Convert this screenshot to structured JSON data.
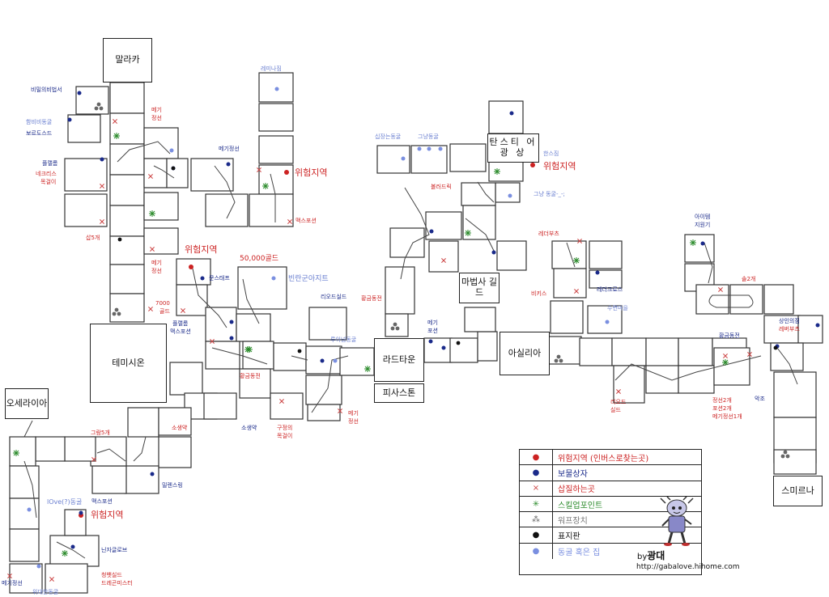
{
  "towns": {
    "malaka": "말라카",
    "temisheon": "테미시온",
    "oseraia": "오세라이아",
    "tansti": "탄스티 어 광 상",
    "mabeopsa": "마법사 길드",
    "radtown": "라드타운",
    "pisaston": "피사스톤",
    "asilia": "아실리아",
    "smirna": "스미르나"
  },
  "labels": {
    "bimil": "비밀의비법서",
    "hamibi": "함비비동굴",
    "boreudo": "보르도스드",
    "pulgallel": "플랠롬",
    "necklace1": "네크리스",
    "necklace2": "목걸이",
    "sap5": "삽5개",
    "megi1a": "메기",
    "megi1b": "정선",
    "megi2a": "메기",
    "megi2b": "정선",
    "leminajim": "레미나짐",
    "megijeongseon": "메기정선",
    "maxpotion1": "맥스포션",
    "gold50000": "50,000골드",
    "moonstaff": "문스태프",
    "apartment": "빈란군아지트",
    "gold7000a": "7000",
    "gold7000b": "골드",
    "pulgallel2": "플랠롬",
    "maxpotion2": "맥스포션",
    "goldcoin1": "황금동전",
    "sosaengyak1": "소생약",
    "sosaengyak2": "소생약",
    "gujeong1": "구정의",
    "gujeong2": "목걸이",
    "megi3a": "메기",
    "megi3b": "정선",
    "rioudshield": "리오드실드",
    "goldcoin2": "황금동전",
    "rumina": "루이넘동굴",
    "megi4a": "메기",
    "megi4b": "포션",
    "seokchang": "십장는동굴",
    "geunyang": "그냥동굴",
    "boreudeurik": "볼러드릭",
    "hansujim": "한스짐",
    "geunyang2": "그냥 동굴-_-;",
    "leatherboots": "레더부츠",
    "bikis": "비키스",
    "leathercross": "레더크로스",
    "sumyeon": "수면마을",
    "itemjigi1": "아이템",
    "itemjigi2": "지원기",
    "sal2": "솔2개",
    "goldcoin3": "황금동전",
    "sangin1": "상인의짐",
    "sangin2": "레버부츠",
    "riod1": "리오드",
    "riod2": "실드",
    "jeongseon2a": "정선2개",
    "jeongseon2b": "포션2개",
    "jeongseon2c": "메기정선1개",
    "akjo": "악조",
    "gram5": "그람5개",
    "milli": "밀렌스링",
    "love1": "lOve(?)동굴",
    "maxpotion3": "맥스포션",
    "ninja": "닌자글로브",
    "cheongbaek1": "청뱃실드",
    "cheongbaek2": "드레곤미스터",
    "megijeongseon2": "메기정선",
    "widaehan": "위대한동굴"
  },
  "danger_zone_label": "위험지역",
  "legend": [
    {
      "icon": "red-dot-icon",
      "color": "#cc2222",
      "symbol": "●",
      "text": "위험지역 (인버스로찾는곳)"
    },
    {
      "icon": "navy-dot-icon",
      "color": "#1a2a8a",
      "symbol": "●",
      "text": "보물상자"
    },
    {
      "icon": "red-x-icon",
      "color": "#cc4444",
      "symbol": "×",
      "text": "삽질하는곳"
    },
    {
      "icon": "green-star-icon",
      "color": "#2a8a2a",
      "symbol": "✳",
      "text": "스킬업포인트"
    },
    {
      "icon": "gray-cluster-icon",
      "color": "#666666",
      "symbol": "⁂",
      "text": "워프장치"
    },
    {
      "icon": "black-dot-icon",
      "color": "#111111",
      "symbol": "●",
      "text": "표지판"
    },
    {
      "icon": "blue-dot-icon",
      "color": "#7a8fe0",
      "symbol": "●",
      "text": "동굴 혹은 집"
    }
  ],
  "credit": {
    "by": "by",
    "name": "광대",
    "url": "http://gabalove.hihome.com"
  }
}
